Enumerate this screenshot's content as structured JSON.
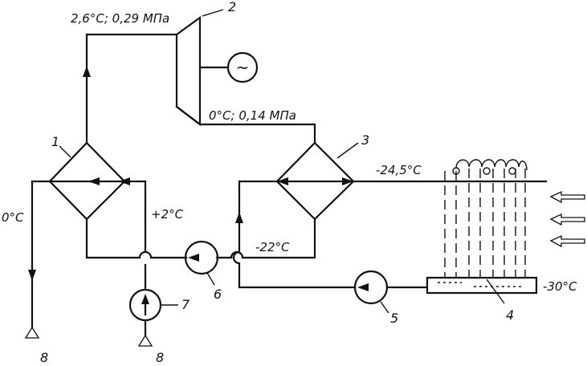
{
  "labels": {
    "turbine_inlet": "2,6°C; 0,29 МПа",
    "turbine_outlet": "0°C; 0,14 МПа",
    "evap_side": "-24,5°C",
    "left_temp": "0°C",
    "hx1_out": "+2°C",
    "return_temp": "-22°C",
    "tank_temp": "-30°C"
  },
  "numbers": {
    "n1": "1",
    "n2": "2",
    "n3": "3",
    "n4": "4",
    "n5": "5",
    "n6": "6",
    "n7": "7",
    "n8a": "8",
    "n8b": "8"
  },
  "symbols": {
    "generator": "~"
  }
}
